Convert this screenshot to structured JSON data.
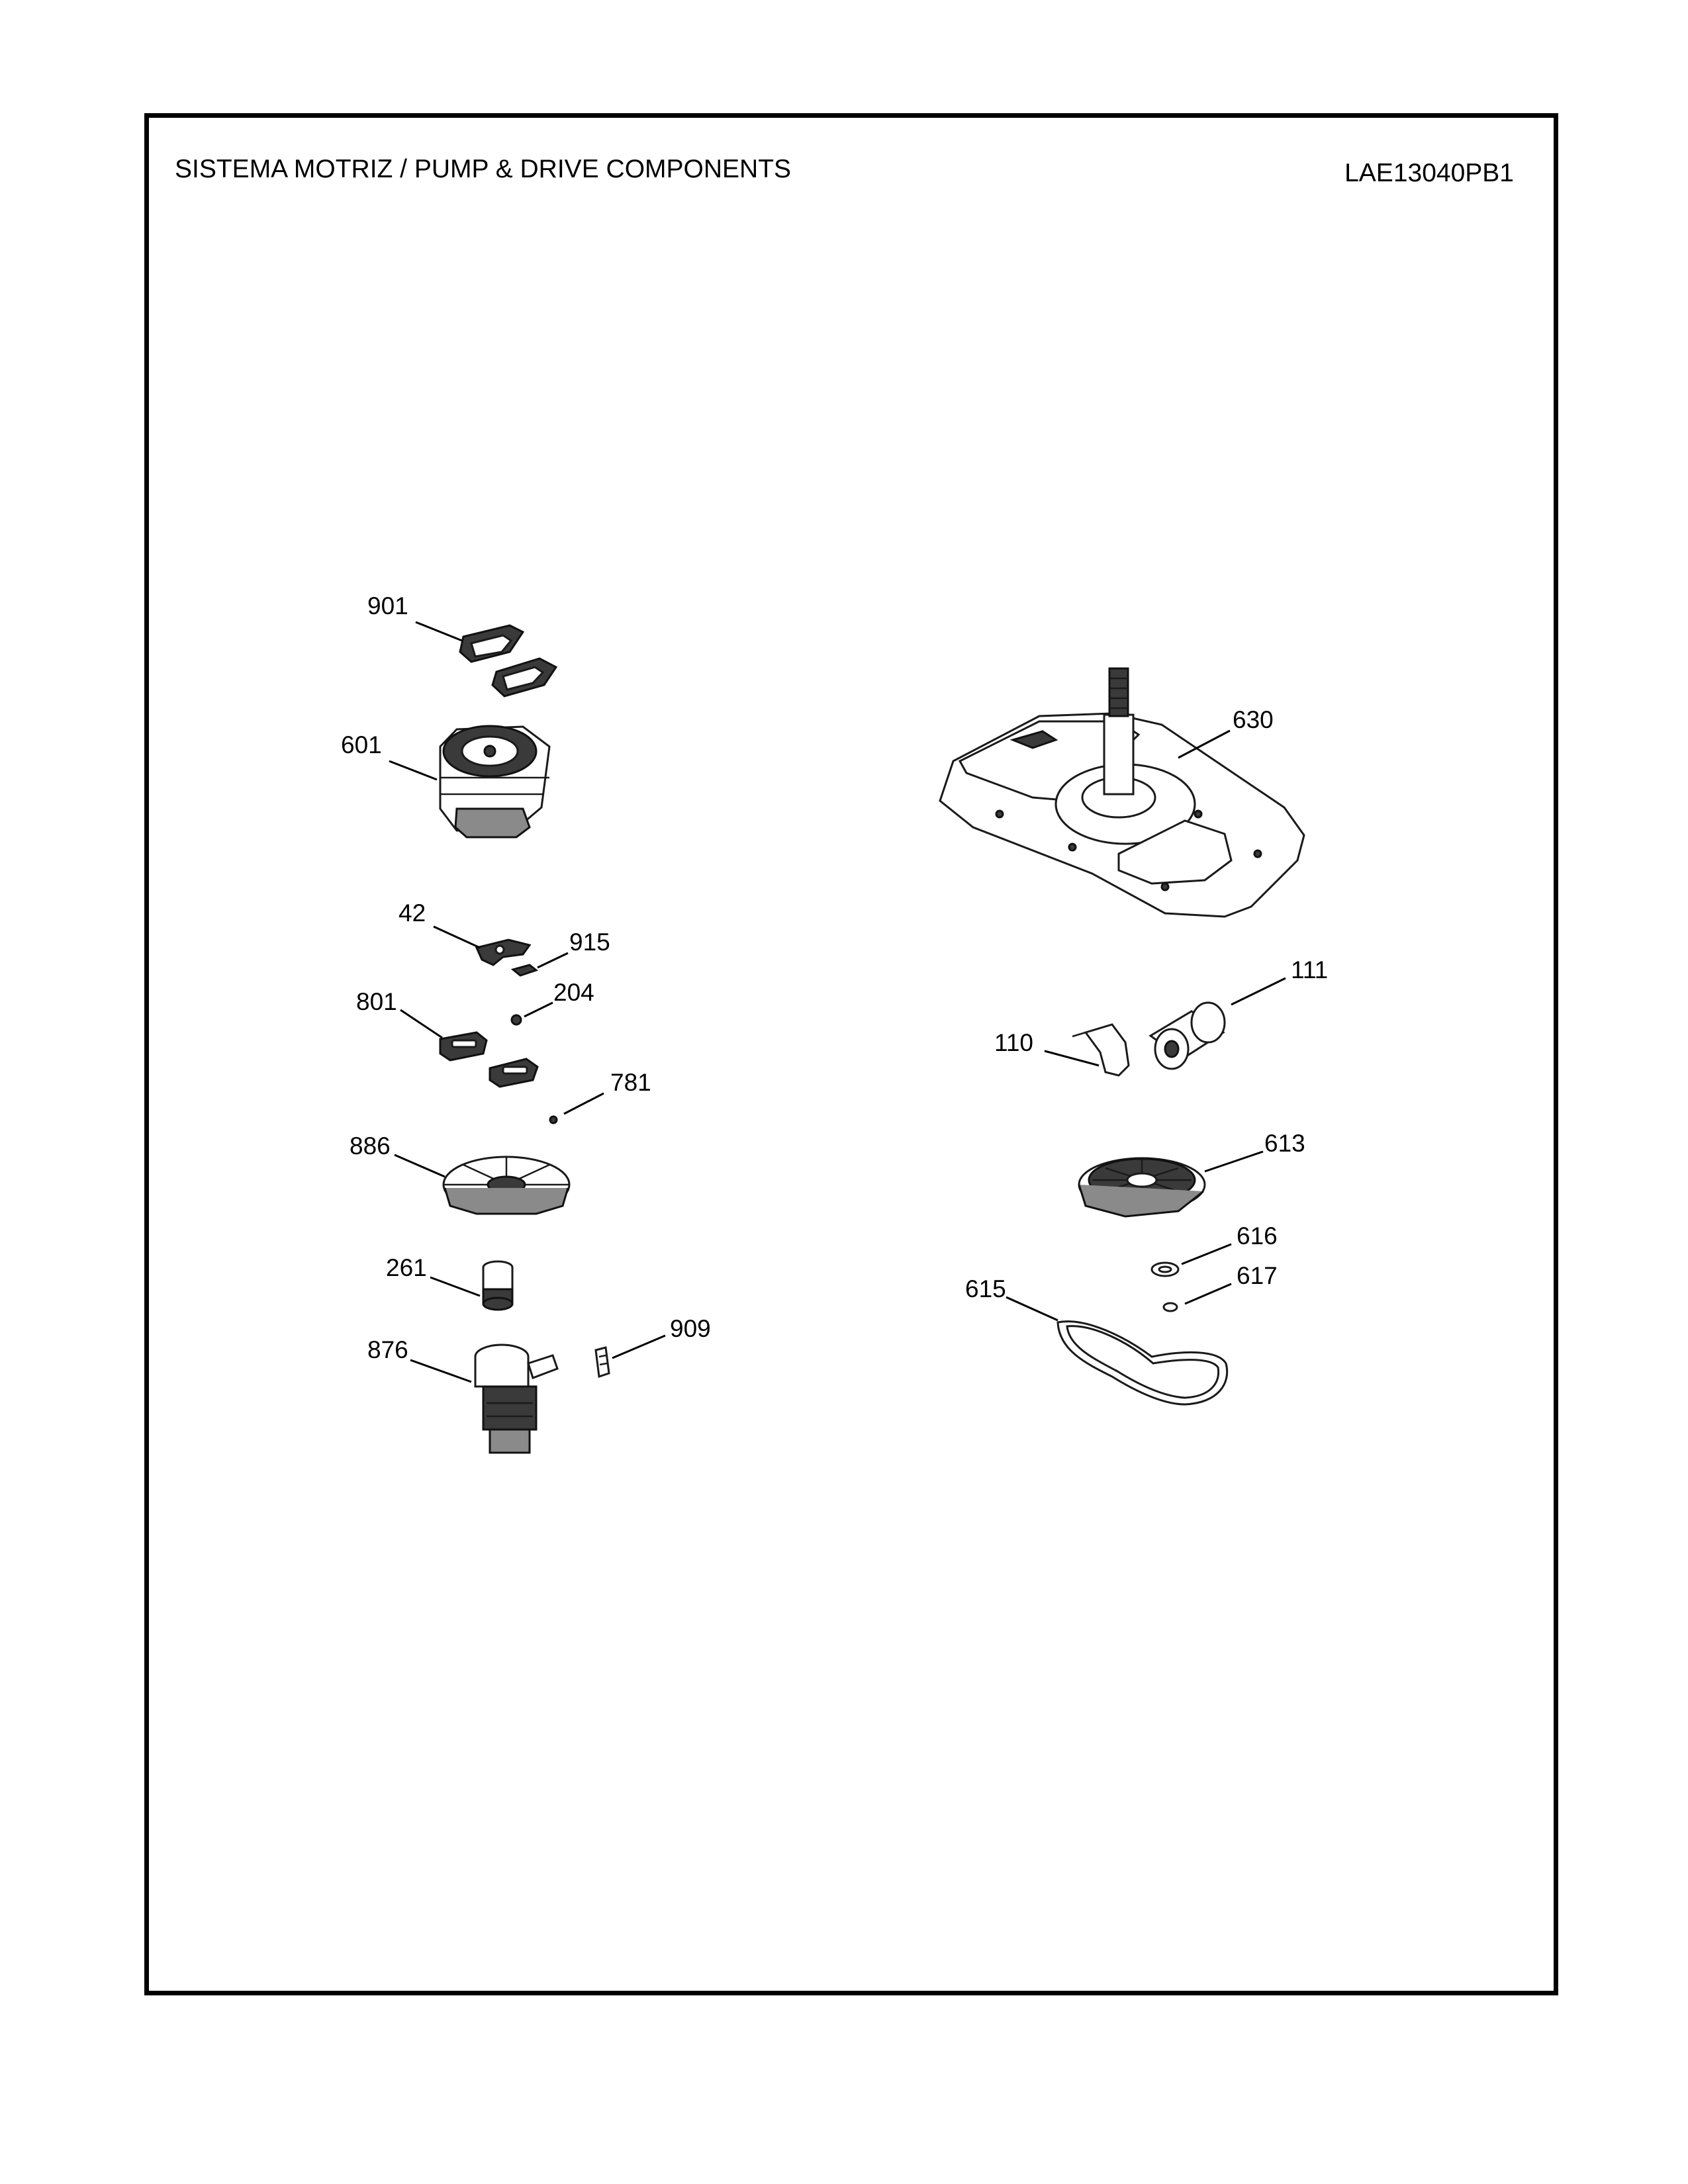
{
  "header": {
    "title": "SISTEMA MOTRIZ / PUMP  &  DRIVE COMPONENTS",
    "model": "LAE13040PB1"
  },
  "callouts": {
    "p901": "901",
    "p601": "601",
    "p42": "42",
    "p915": "915",
    "p801": "801",
    "p204": "204",
    "p781": "781",
    "p886": "886",
    "p261": "261",
    "p876": "876",
    "p909": "909",
    "p630": "630",
    "p111": "111",
    "p110": "110",
    "p613": "613",
    "p616": "616",
    "p617": "617",
    "p615": "615"
  }
}
